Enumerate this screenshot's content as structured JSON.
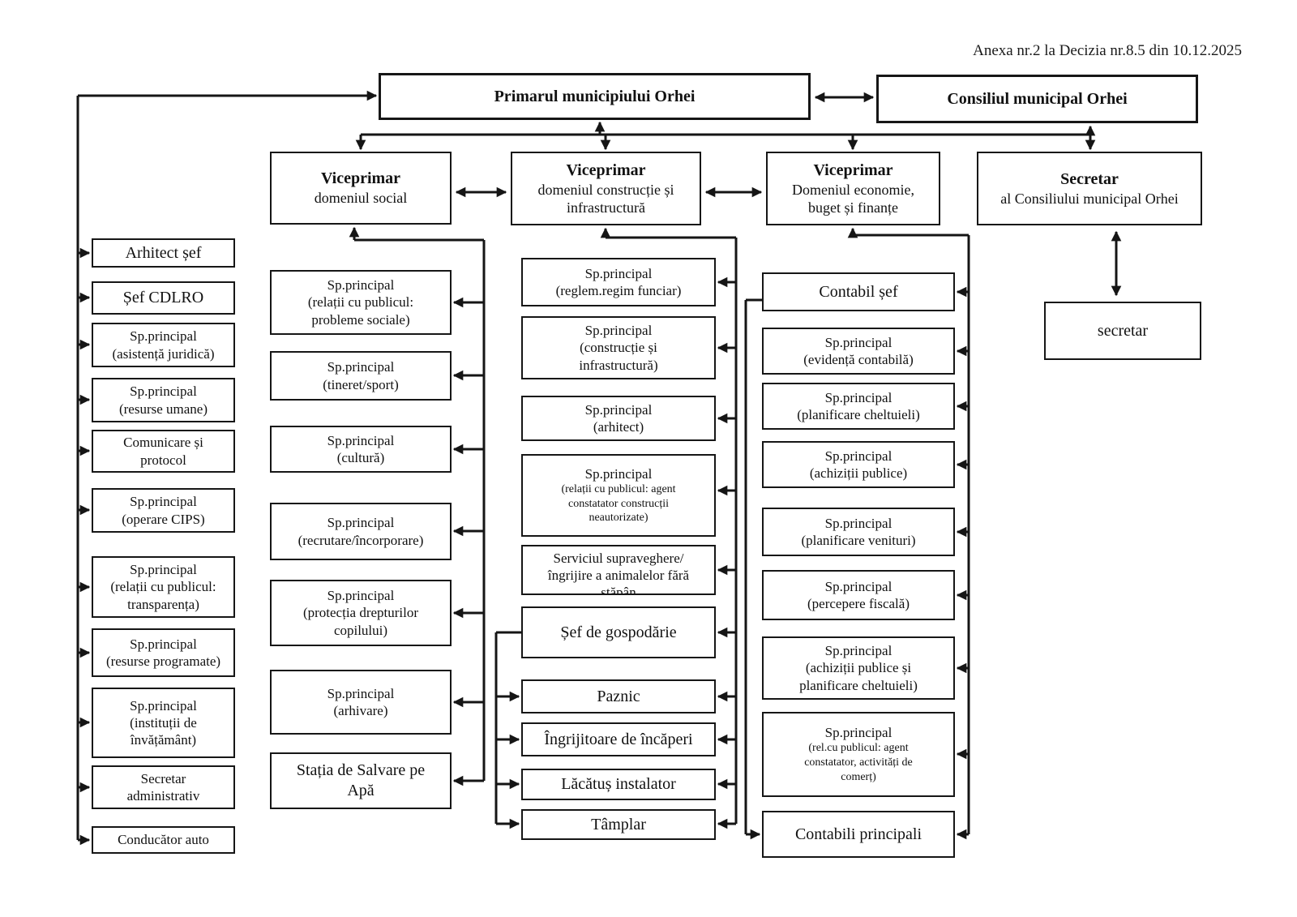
{
  "annotation": "Anexa nr.2 la Decizia nr.8.5 din 10.12.2025",
  "top": {
    "primar": "Primarul municipiului Orhei",
    "consiliul": "Consiliul municipal Orhei"
  },
  "row2": {
    "vp1": {
      "title": "Viceprimar",
      "subtitle": "domeniul social"
    },
    "vp2": {
      "title": "Viceprimar",
      "subtitle": "domeniul construcție și\ninfrastructură"
    },
    "vp3": {
      "title": "Viceprimar",
      "subtitle": "Domeniul economie,\nbuget și finanțe"
    },
    "secretar": {
      "title": "Secretar",
      "subtitle": "al Consiliului municipal Orhei"
    }
  },
  "left_column": [
    "Arhitect șef",
    "Șef CDLRO",
    "Sp.principal\n(asistență juridică)",
    "Sp.principal\n(resurse umane)",
    "Comunicare și\nprotocol",
    "Sp.principal\n(operare CIPS)",
    "Sp.principal\n(relații cu publicul:\ntransparența)",
    "Sp.principal\n(resurse programate)",
    "Sp.principal\n(instituții de\nînvățământ)",
    "Secretar\nadministrativ",
    "Conducător auto"
  ],
  "social_column": [
    "Sp.principal\n(relații cu publicul:\nprobleme sociale)",
    "Sp.principal\n(tineret/sport)",
    "Sp.principal\n(cultură)",
    "Sp.principal\n(recrutare/încorporare)",
    "Sp.principal\n(protecția drepturilor\ncopilului)",
    "Sp.principal\n(arhivare)",
    "Stația de Salvare pe\nApă"
  ],
  "constructie_column": [
    "Sp.principal\n(reglem.regim funciar)",
    "Sp.principal\n(construcție și\ninfrastructură)",
    "Sp.principal\n(arhitect)",
    {
      "line1": "Sp.principal",
      "line2": "(relații cu publicul: agent\nconstatator construcții\nneautorizate)"
    },
    "Serviciul supraveghere/\nîngrijire a animalelor fără\nstăpân",
    "Șef de gospodărie",
    "Paznic",
    "Îngrijitoare de încăperi",
    "Lăcătuș instalator",
    "Tâmplar"
  ],
  "economie_column": [
    "Contabil șef",
    "Sp.principal\n(evidență contabilă)",
    "Sp.principal\n(planificare cheltuieli)",
    "Sp.principal\n(achiziții publice)",
    "Sp.principal\n(planificare venituri)",
    "Sp.principal\n(percepere fiscală)",
    "Sp.principal\n(achiziții publice și\nplanificare cheltuieli)",
    {
      "line1": "Sp.principal",
      "line2": "(rel.cu publicul: agent\nconstatator, activități de\ncomerț)"
    },
    "Contabili principali"
  ],
  "secretar_column": [
    "secretar"
  ],
  "colors": {
    "line": "#151515",
    "border": "#161616",
    "text": "#111111",
    "page": "#ffffff"
  }
}
